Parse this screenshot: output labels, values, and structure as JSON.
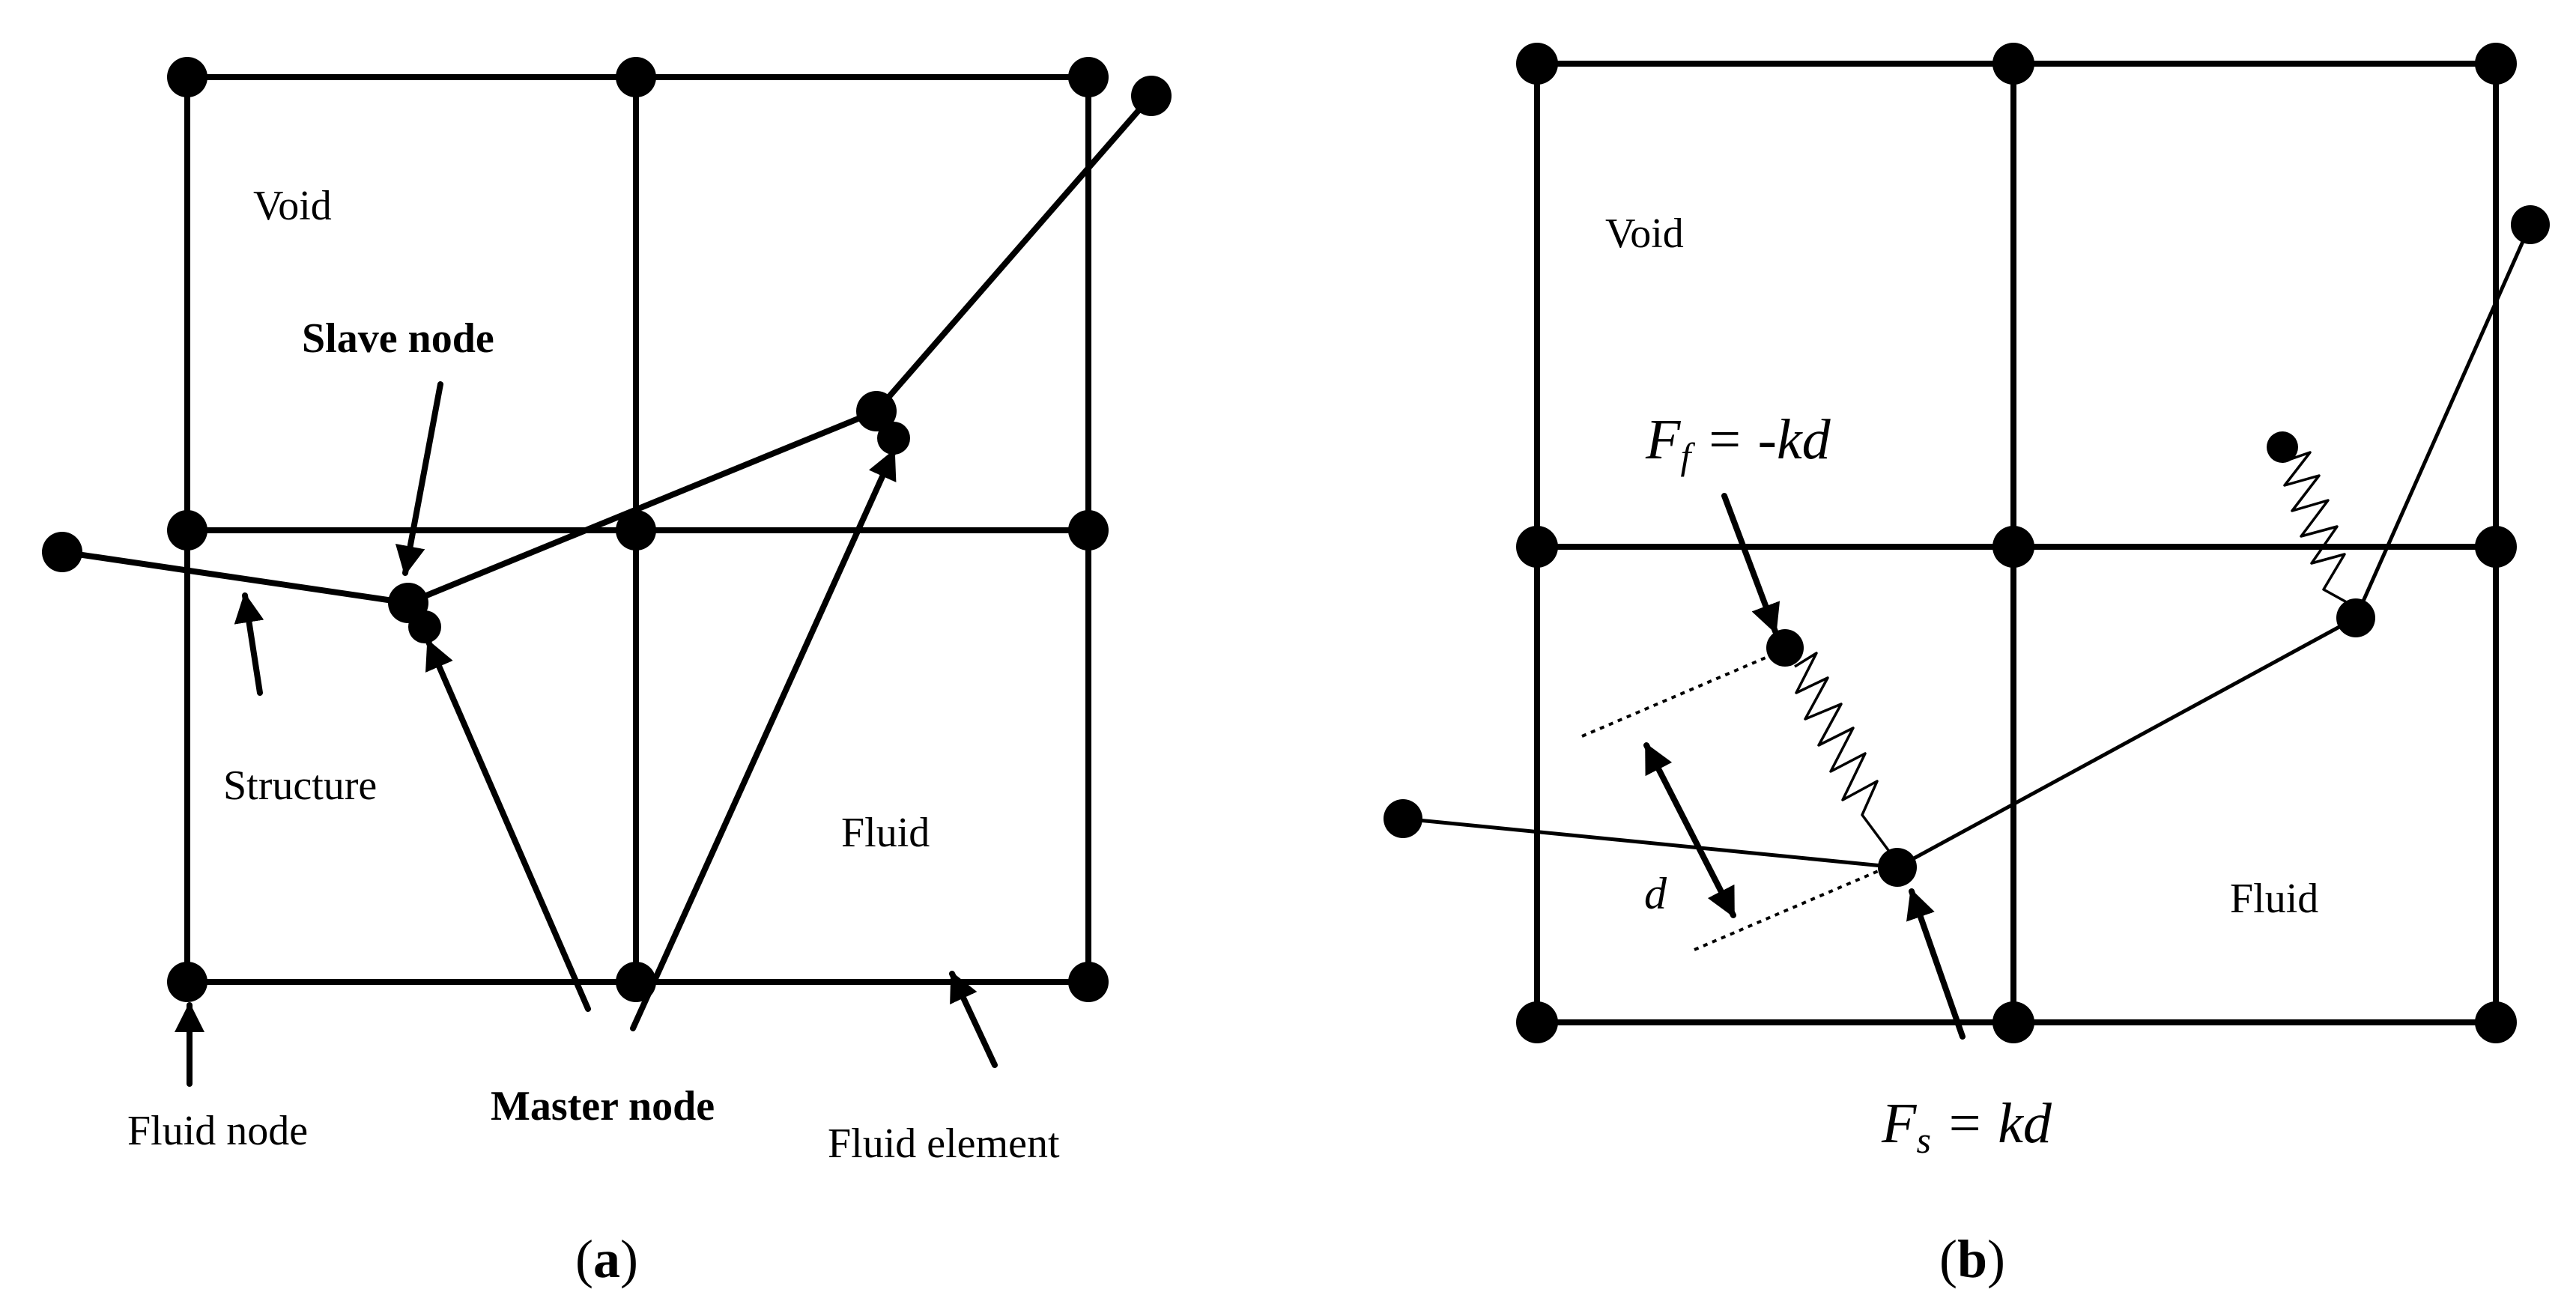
{
  "panel_a": {
    "caption_open": "(",
    "caption_letter": "a",
    "caption_close": ")",
    "labels": {
      "void": "Void",
      "slave_node": "Slave node",
      "structure": "Structure",
      "fluid": "Fluid",
      "fluid_node": "Fluid node",
      "master_node": "Master node",
      "fluid_element": "Fluid element"
    }
  },
  "panel_b": {
    "caption_open": "(",
    "caption_letter": "b",
    "caption_close": ")",
    "labels": {
      "void": "Void",
      "fluid": "Fluid",
      "d": "d",
      "ff_symbol": "F",
      "ff_sub": "f",
      "ff_rhs": " = -kd",
      "fs_symbol": "F",
      "fs_sub": "s",
      "fs_rhs": " = kd"
    }
  }
}
